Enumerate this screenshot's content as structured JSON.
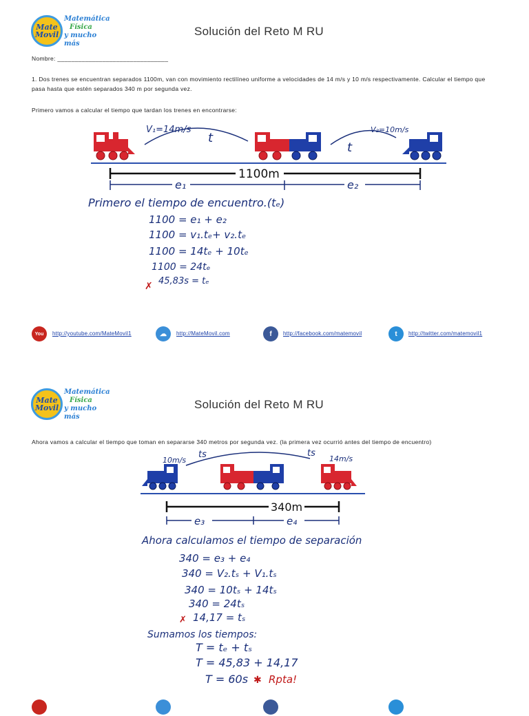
{
  "page1": {
    "logo": {
      "circle_line1": "Mate",
      "circle_line2": "Movil",
      "side_line1": "Matemática",
      "side_line2": "Física",
      "side_line3": "y mucho más"
    },
    "title": "Solución del Reto M RU",
    "name_label": "Nombre: ________________________________",
    "problem_text": "1.    Dos trenes se encuentran separados 1100m, van con movimiento rectilíneo uniforme a velocidades de 14 m/s y 10 m/s respectivamente. Calcular el tiempo que pasa hasta que estén separados 340 m por segunda vez.",
    "intro_text": "Primero vamos a calcular el tiempo que tardan los trenes en encontrarse:",
    "diagram": {
      "v1_label": "V₁=14m/s",
      "v2_label": "V₂=10m/s",
      "t_left": "t",
      "t_right": "t",
      "distance_label": "1100m",
      "e1_label": "e₁",
      "e2_label": "e₂"
    },
    "work": {
      "heading": "Primero el tiempo de encuentro.(tₑ)",
      "lines": [
        "1100 = e₁ + e₂",
        "1100 = v₁.tₑ+ v₂.tₑ",
        "1100 = 14tₑ + 10tₑ",
        "1100 = 24tₑ"
      ],
      "result": "45,83s = tₑ"
    },
    "links": {
      "youtube": "http://youtube.com/MateMovil1",
      "site": "http://MateMovil.com",
      "facebook": "http://facebook.com/matemovil",
      "twitter": "http://twitter.com/matemovil1"
    }
  },
  "page2": {
    "logo": {
      "circle_line1": "Mate",
      "circle_line2": "Movil",
      "side_line1": "Matemática",
      "side_line2": "Física",
      "side_line3": "y mucho más"
    },
    "title": "Solución del Reto M RU",
    "intro_text": "Ahora vamos a calcular el tiempo que toman en separarse 340 metros por segunda vez. (la primera vez ocurrió antes del tiempo de encuentro)",
    "diagram": {
      "v_left": "10m/s",
      "v_right": "14m/s",
      "ts_left": "ts",
      "ts_right": "ts",
      "distance_label": "340m",
      "e3_label": "e₃",
      "e4_label": "e₄"
    },
    "work": {
      "heading": "Ahora calculamos el tiempo de separación",
      "lines": [
        "340 = e₃ + e₄",
        "340 = V₂.tₛ + V₁.tₛ",
        "340 = 10tₛ + 14tₛ",
        "340 = 24tₛ"
      ],
      "result": "14,17 = tₛ",
      "sum_heading": "Sumamos los tiempos:",
      "sum_lines": [
        "T = tₑ + tₛ",
        "T = 45,83 + 14,17",
        "T = 60s"
      ],
      "answer_tag": "Rpta!"
    }
  }
}
